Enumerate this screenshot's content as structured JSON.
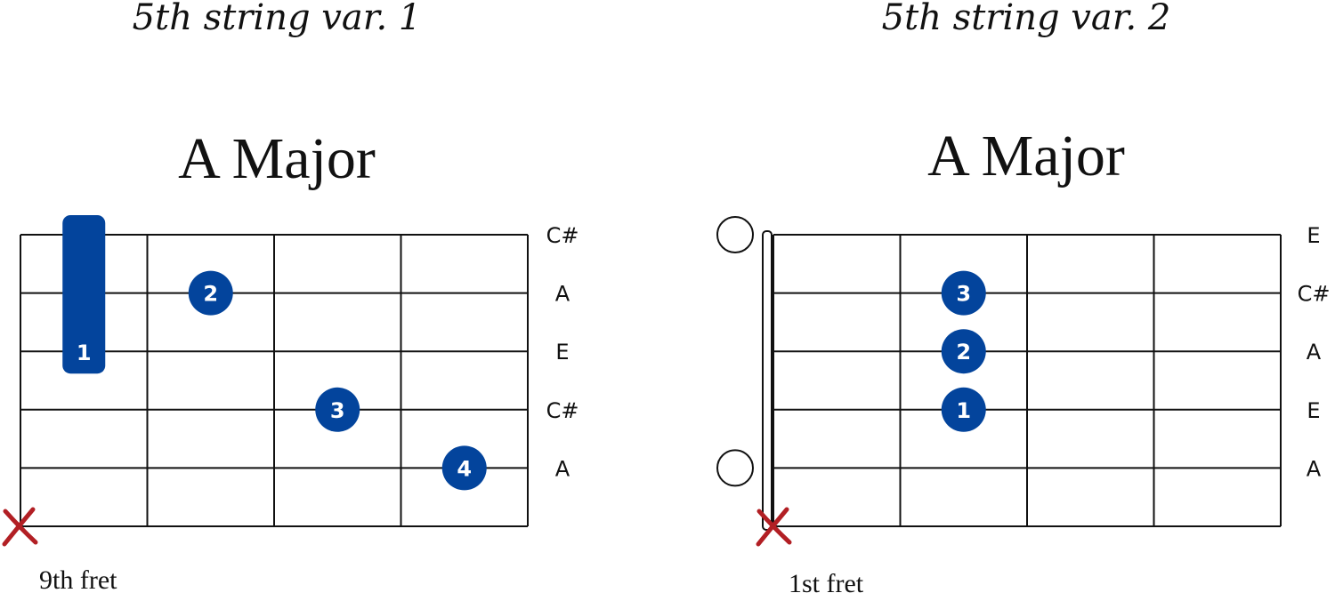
{
  "colors": {
    "dot": "#03449c",
    "mute": "#b21f24",
    "line": "#111111"
  },
  "diagrams": [
    {
      "variation_label": "5th string var. 1",
      "chord_name": "A Major",
      "fret_label": "9th fret",
      "show_nut": false,
      "note_labels": [
        "C#",
        "A",
        "E",
        "C#",
        "A"
      ],
      "barre": {
        "fret": 1,
        "from_string": 1,
        "to_string": 3,
        "finger": "1"
      },
      "fingers": [
        {
          "string": 2,
          "fret": 2,
          "finger": "2"
        },
        {
          "string": 4,
          "fret": 3,
          "finger": "3"
        },
        {
          "string": 5,
          "fret": 4,
          "finger": "4"
        }
      ],
      "open_strings": [],
      "muted_strings": [
        6
      ]
    },
    {
      "variation_label": "5th string var. 2",
      "chord_name": "A Major",
      "fret_label": "1st fret",
      "show_nut": true,
      "note_labels": [
        "E",
        "C#",
        "A",
        "E",
        "A"
      ],
      "barre": null,
      "fingers": [
        {
          "string": 2,
          "fret": 2,
          "finger": "3"
        },
        {
          "string": 3,
          "fret": 2,
          "finger": "2"
        },
        {
          "string": 4,
          "fret": 2,
          "finger": "1"
        }
      ],
      "open_strings": [
        1,
        5
      ],
      "muted_strings": [
        6
      ]
    }
  ]
}
